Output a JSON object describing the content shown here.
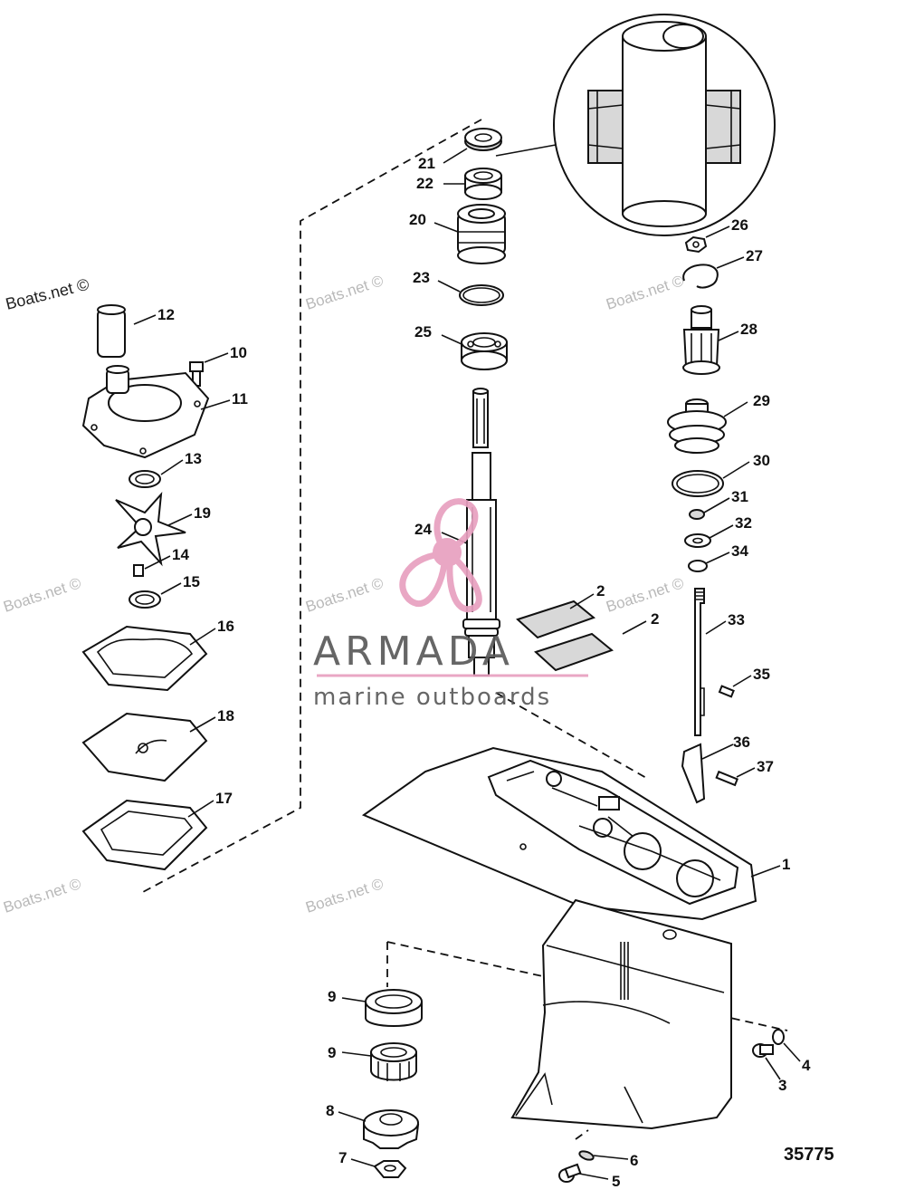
{
  "watermark": {
    "text": "Boats.net ©"
  },
  "logo": {
    "name": "ARMADA",
    "tagline": "marine outboards",
    "accent_color": "#e8a0c0",
    "text_color": "#5a5a5a"
  },
  "diagram_number": "35775",
  "callouts": [
    {
      "id": "c1",
      "text": "1"
    },
    {
      "id": "c2a",
      "text": "2"
    },
    {
      "id": "c2b",
      "text": "2"
    },
    {
      "id": "c3",
      "text": "3"
    },
    {
      "id": "c4",
      "text": "4"
    },
    {
      "id": "c5",
      "text": "5"
    },
    {
      "id": "c6",
      "text": "6"
    },
    {
      "id": "c7",
      "text": "7"
    },
    {
      "id": "c8",
      "text": "8"
    },
    {
      "id": "c9a",
      "text": "9"
    },
    {
      "id": "c9b",
      "text": "9"
    },
    {
      "id": "c10",
      "text": "10"
    },
    {
      "id": "c11",
      "text": "11"
    },
    {
      "id": "c12",
      "text": "12"
    },
    {
      "id": "c13",
      "text": "13"
    },
    {
      "id": "c14",
      "text": "14"
    },
    {
      "id": "c15",
      "text": "15"
    },
    {
      "id": "c16",
      "text": "16"
    },
    {
      "id": "c17",
      "text": "17"
    },
    {
      "id": "c18",
      "text": "18"
    },
    {
      "id": "c19",
      "text": "19"
    },
    {
      "id": "c20",
      "text": "20"
    },
    {
      "id": "c21",
      "text": "21"
    },
    {
      "id": "c22",
      "text": "22"
    },
    {
      "id": "c23",
      "text": "23"
    },
    {
      "id": "c24",
      "text": "24"
    },
    {
      "id": "c25",
      "text": "25"
    },
    {
      "id": "c26",
      "text": "26"
    },
    {
      "id": "c27",
      "text": "27"
    },
    {
      "id": "c28",
      "text": "28"
    },
    {
      "id": "c29",
      "text": "29"
    },
    {
      "id": "c30",
      "text": "30"
    },
    {
      "id": "c31",
      "text": "31"
    },
    {
      "id": "c32",
      "text": "32"
    },
    {
      "id": "c33",
      "text": "33"
    },
    {
      "id": "c34",
      "text": "34"
    },
    {
      "id": "c35",
      "text": "35"
    },
    {
      "id": "c36",
      "text": "36"
    },
    {
      "id": "c37",
      "text": "37"
    }
  ]
}
